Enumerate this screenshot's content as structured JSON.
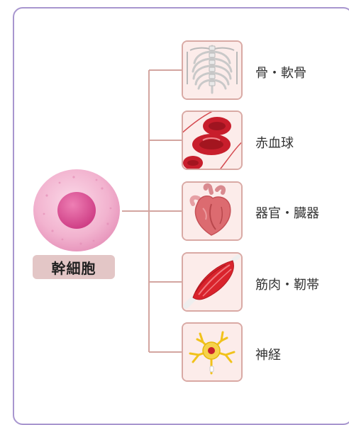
{
  "stem_cell": {
    "label": "幹細胞"
  },
  "targets": [
    {
      "label": "骨・軟骨",
      "icon": "skeleton-icon"
    },
    {
      "label": "赤血球",
      "icon": "red-blood-cells-icon"
    },
    {
      "label": "器官・臓器",
      "icon": "heart-organ-icon"
    },
    {
      "label": "筋肉・靭帯",
      "icon": "muscle-icon"
    },
    {
      "label": "神経",
      "icon": "neuron-icon"
    }
  ],
  "colors": {
    "frame_border": "#a896cf",
    "connector": "#d3a5a0",
    "tile_border": "#d9a9a4",
    "label_background": "#e3c6c6",
    "cell_pink": "#f2b3cf",
    "nucleus": "#d94f92"
  }
}
